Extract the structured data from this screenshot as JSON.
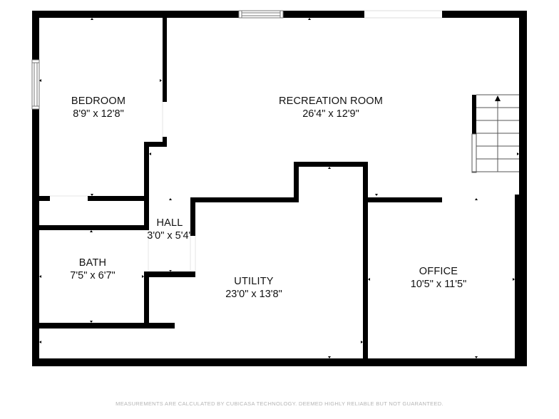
{
  "floor_plan": {
    "wall_color": "#000000",
    "background": "#ffffff",
    "rooms": [
      {
        "id": "bedroom",
        "name": "BEDROOM",
        "dimensions": "8'9\" x 12'8\""
      },
      {
        "id": "recreation-room",
        "name": "RECREATION ROOM",
        "dimensions": "26'4\" x 12'9\""
      },
      {
        "id": "hall",
        "name": "HALL",
        "dimensions": "3'0\" x 5'4\""
      },
      {
        "id": "bath",
        "name": "BATH",
        "dimensions": "7'5\" x 6'7\""
      },
      {
        "id": "utility",
        "name": "UTILITY",
        "dimensions": "23'0\" x 13'8\""
      },
      {
        "id": "office",
        "name": "OFFICE",
        "dimensions": "10'5\" x 11'5\""
      }
    ],
    "features": {
      "stairs": {
        "direction": "up",
        "steps": 6
      },
      "windows": 2,
      "openings": 1
    }
  },
  "footer": {
    "disclaimer": "MEASUREMENTS ARE CALCULATED BY CUBICASA TECHNOLOGY. DEEMED HIGHLY RELIABLE BUT NOT GUARANTEED."
  }
}
